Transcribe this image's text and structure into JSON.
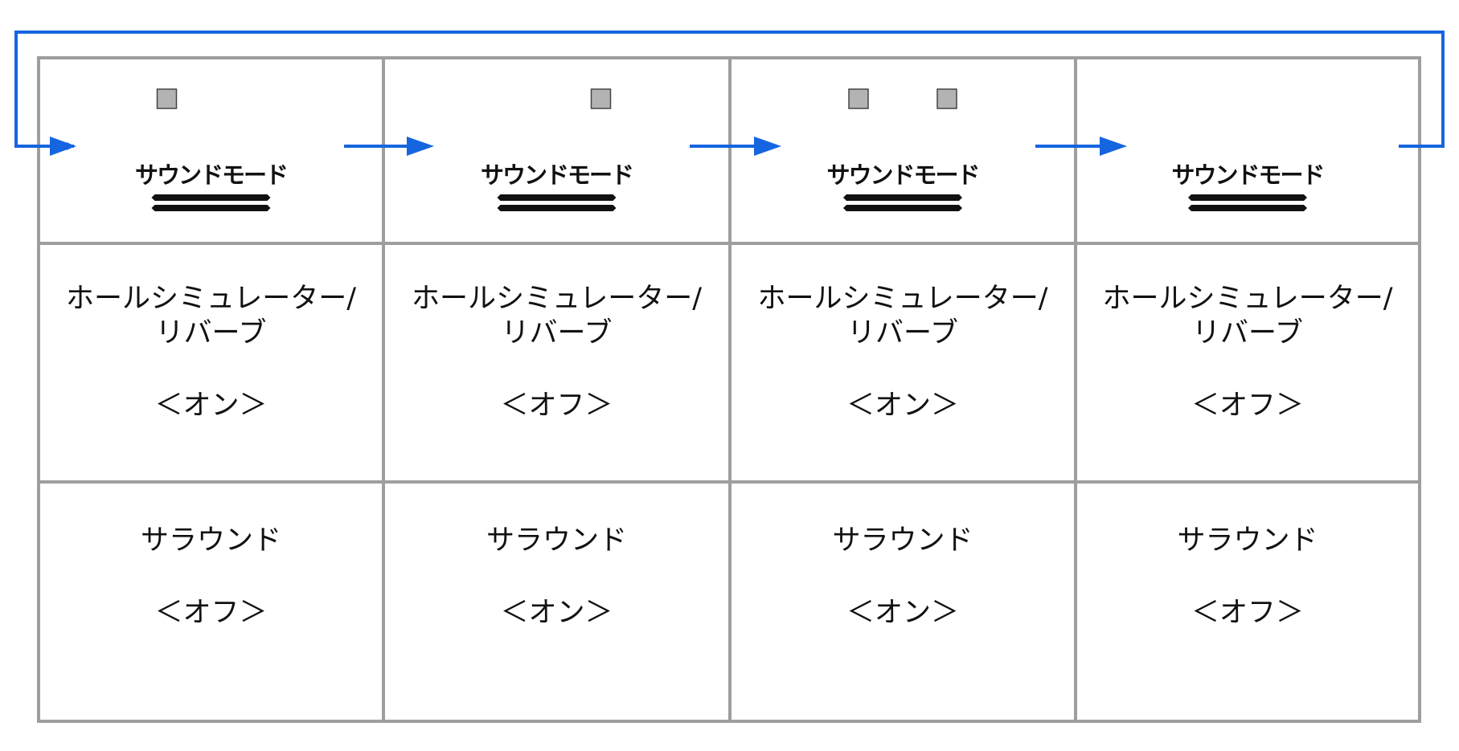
{
  "colors": {
    "grid": "#9e9e9e",
    "arrow": "#1565e0",
    "indicator_fill": "#b3b3b3",
    "indicator_stroke": "#444444",
    "text": "#111111"
  },
  "columns": [
    {
      "button_label": "サウンドモード",
      "indicators": 1,
      "hall_label_line1": "ホールシミュレーター/",
      "hall_label_line2": "リバーブ",
      "hall_state": "＜オン＞",
      "surround_label": "サラウンド",
      "surround_state": "＜オフ＞"
    },
    {
      "button_label": "サウンドモード",
      "indicators": 1,
      "hall_label_line1": "ホールシミュレーター/",
      "hall_label_line2": "リバーブ",
      "hall_state": "＜オフ＞",
      "surround_label": "サラウンド",
      "surround_state": "＜オン＞"
    },
    {
      "button_label": "サウンドモード",
      "indicators": 2,
      "hall_label_line1": "ホールシミュレーター/",
      "hall_label_line2": "リバーブ",
      "hall_state": "＜オン＞",
      "surround_label": "サラウンド",
      "surround_state": "＜オン＞"
    },
    {
      "button_label": "サウンドモード",
      "indicators": 0,
      "hall_label_line1": "ホールシミュレーター/",
      "hall_label_line2": "リバーブ",
      "hall_state": "＜オフ＞",
      "surround_label": "サラウンド",
      "surround_state": "＜オフ＞"
    }
  ]
}
